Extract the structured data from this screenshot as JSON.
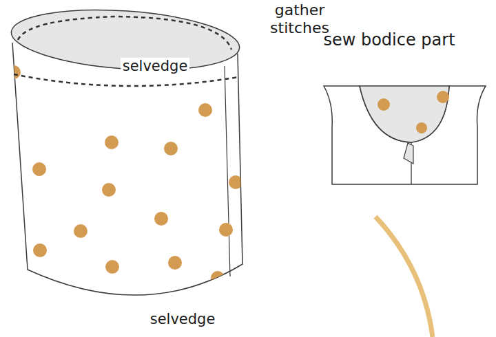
{
  "diagram": {
    "labels": [
      "gather stitches",
      "selvedge",
      "sew bodice part",
      "selvedge"
    ]
  }
}
